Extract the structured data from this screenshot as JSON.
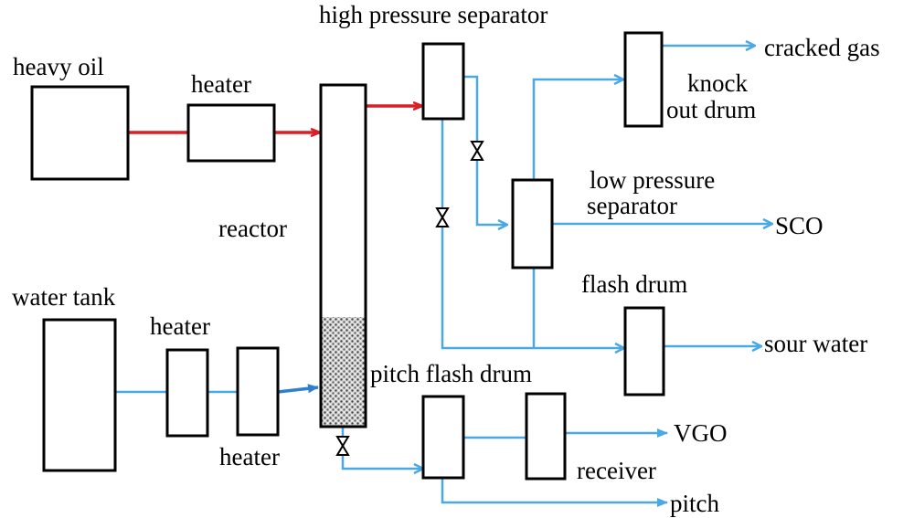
{
  "labels": {
    "heavy_oil": "heavy oil",
    "heater_top": "heater",
    "reactor": "reactor",
    "water_tank": "water tank",
    "heater_mid": "heater",
    "heater_bottom": "heater",
    "high_pressure_separator": "high pressure separator",
    "knock_line1": "knock",
    "knock_line2": "out drum",
    "cracked_gas": "cracked gas",
    "low_pressure_line1": "low pressure",
    "low_pressure_line2": "separator",
    "sco": "SCO",
    "flash_drum": "flash drum",
    "sour_water": "sour water",
    "pitch_flash_drum": "pitch flash drum",
    "vgo": "VGO",
    "receiver": "receiver",
    "pitch": "pitch"
  },
  "colors": {
    "hot_stream": "#d81f26",
    "cold_stream": "#4aa8e6",
    "water_stream": "#2f7fd0",
    "outline": "#000000"
  }
}
